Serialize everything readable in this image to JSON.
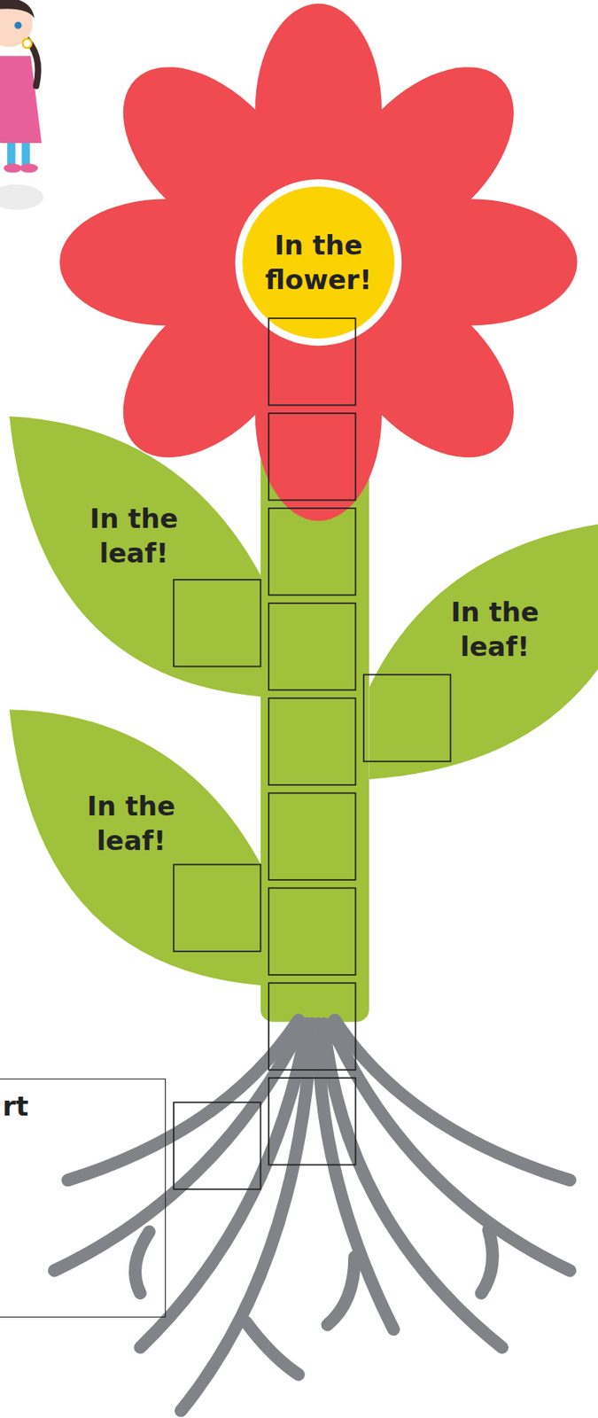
{
  "diagram": {
    "nodes": [
      {
        "text": [
          "In the flower!"
        ]
      },
      {
        "text": [
          "In the leaf!"
        ]
      },
      {
        "text": [
          "In the leaf!"
        ]
      },
      {
        "text": [
          "In the leaf!"
        ]
      },
      {
        "text": [
          "rt"
        ]
      }
    ]
  }
}
